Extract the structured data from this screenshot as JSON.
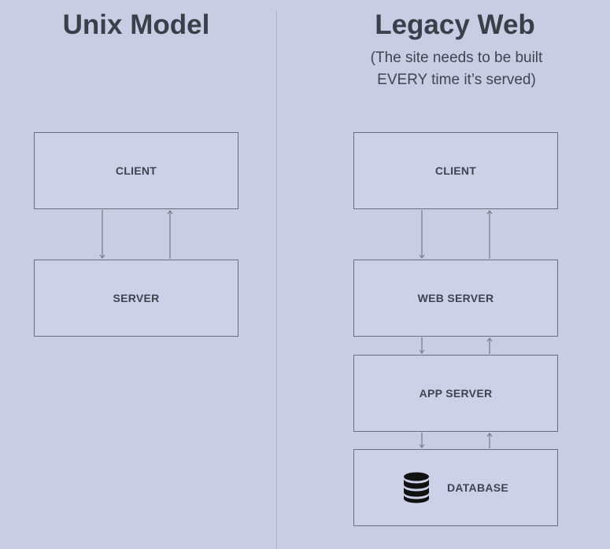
{
  "unix": {
    "title": "Unix Model",
    "client_label": "CLIENT",
    "server_label": "SERVER"
  },
  "legacy": {
    "title": "Legacy Web",
    "subtitle_line1": "(The site needs to be built",
    "subtitle_line2": "EVERY time it’s served)",
    "client_label": "CLIENT",
    "web_server_label": "WEB SERVER",
    "app_server_label": "APP SERVER",
    "database_label": "DATABASE",
    "database_icon": "database-icon"
  },
  "colors": {
    "background": "#c9cde3",
    "text": "#3a3f4a",
    "box_border": "#6a6e7a",
    "arrow": "#7a7e8a"
  }
}
